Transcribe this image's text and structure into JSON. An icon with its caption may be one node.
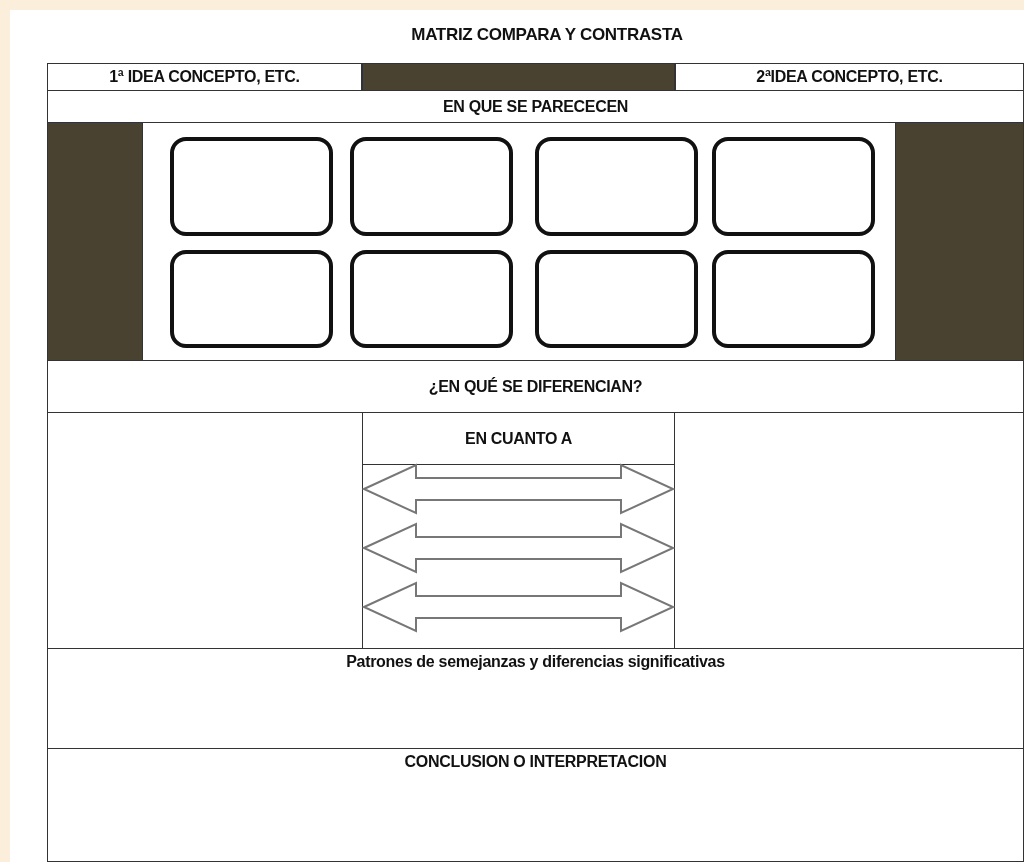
{
  "diagram": {
    "title": "MATRIZ COMPARA Y CONTRASTA",
    "nodes": [
      {
        "text": [
          "1ª IDEA CONCEPTO, ETC."
        ]
      },
      {
        "text": [
          "2ªIDEA CONCEPTO, ETC."
        ]
      },
      {
        "text": [
          "EN QUE SE PARECECEN"
        ]
      },
      {
        "text": [],
        "shape": "box"
      },
      {
        "text": [],
        "shape": "box"
      },
      {
        "text": [],
        "shape": "box"
      },
      {
        "text": [],
        "shape": "box"
      },
      {
        "text": [],
        "shape": "box"
      },
      {
        "text": [],
        "shape": "box"
      },
      {
        "text": [],
        "shape": "box"
      },
      {
        "text": [],
        "shape": "box"
      },
      {
        "text": [
          "¿EN QUÉ SE DIFERENCIAN?"
        ]
      },
      {
        "text": [],
        "shape": "cell"
      },
      {
        "text": [
          "EN CUANTO A"
        ]
      },
      {
        "text": [],
        "shape": "cell"
      },
      {
        "text": [
          "Patrones de semejanzas y diferencias significativas"
        ]
      },
      {
        "text": [
          "CONCLUSION O INTERPRETACION"
        ]
      }
    ],
    "edges": [
      {
        "from": 12,
        "to": 14,
        "arrow": "both"
      },
      {
        "from": 12,
        "to": 14,
        "arrow": "both"
      },
      {
        "from": 12,
        "to": 14,
        "arrow": "both"
      }
    ]
  }
}
